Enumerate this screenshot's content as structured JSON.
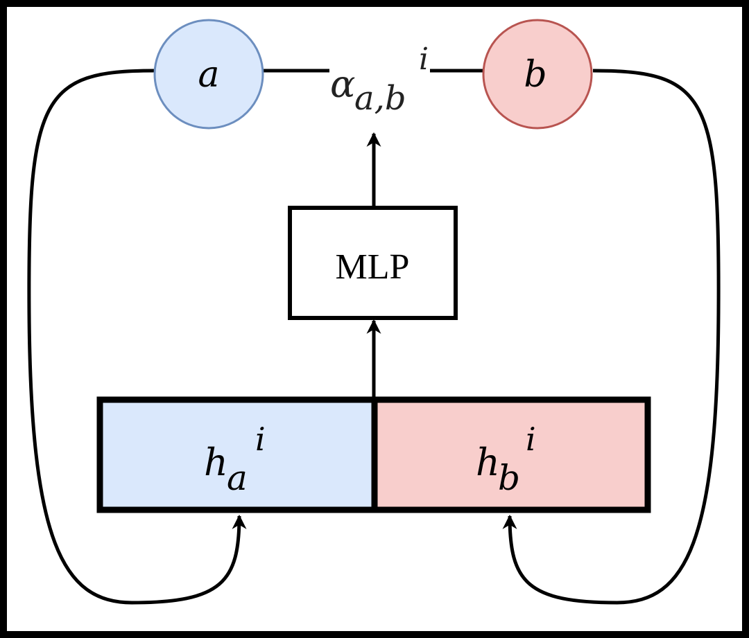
{
  "nodes": {
    "a": {
      "label": "a",
      "fill": "#dae8fc",
      "stroke": "#6c8ebf"
    },
    "b": {
      "label": "b",
      "fill": "#f8cecc",
      "stroke": "#b85450"
    }
  },
  "edge_label": {
    "symbol": "α",
    "subscript": "a,b",
    "superscript": "i"
  },
  "mlp": {
    "label": "MLP"
  },
  "features": {
    "h_a": {
      "base": "h",
      "subscript": "a",
      "superscript": "i",
      "fill": "#dae8fc"
    },
    "h_b": {
      "base": "h",
      "subscript": "b",
      "superscript": "i",
      "fill": "#f8cecc"
    }
  }
}
